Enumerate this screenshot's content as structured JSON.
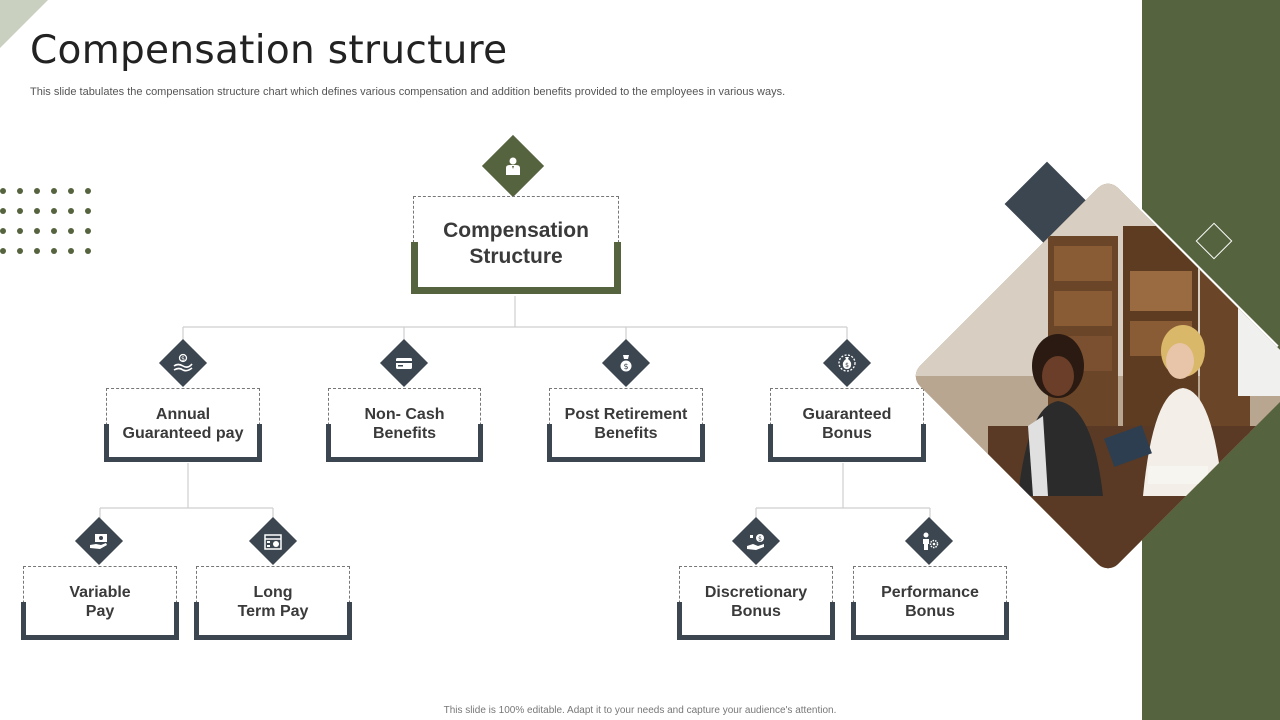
{
  "slide": {
    "title": "Compensation structure",
    "subtitle": "This slide tabulates the compensation structure chart which defines various compensation and addition benefits provided to the employees in various ways.",
    "footer": "This slide is 100% editable. Adapt it to your needs and capture your audience's attention."
  },
  "root": {
    "label": "Compensation\nStructure",
    "icon": "person-icon"
  },
  "level1": [
    {
      "label": "Annual\nGuaranteed pay",
      "icon": "money-hand-icon"
    },
    {
      "label": "Non- Cash\nBenefits",
      "icon": "card-icon"
    },
    {
      "label": "Post Retirement\nBenefits",
      "icon": "retirement-money-icon"
    },
    {
      "label": "Guaranteed\nBonus",
      "icon": "money-bag-icon"
    }
  ],
  "level2": [
    {
      "label": "Variable\nPay",
      "icon": "cash-hand-icon"
    },
    {
      "label": "Long\nTerm Pay",
      "icon": "calendar-money-icon"
    },
    {
      "label": "Discretionary\nBonus",
      "icon": "bonus-hand-icon"
    },
    {
      "label": "Performance\nBonus",
      "icon": "performance-icon"
    }
  ],
  "colors": {
    "olive": "#56633f",
    "slate": "#3c4650",
    "light_olive": "#c9d0bf"
  }
}
